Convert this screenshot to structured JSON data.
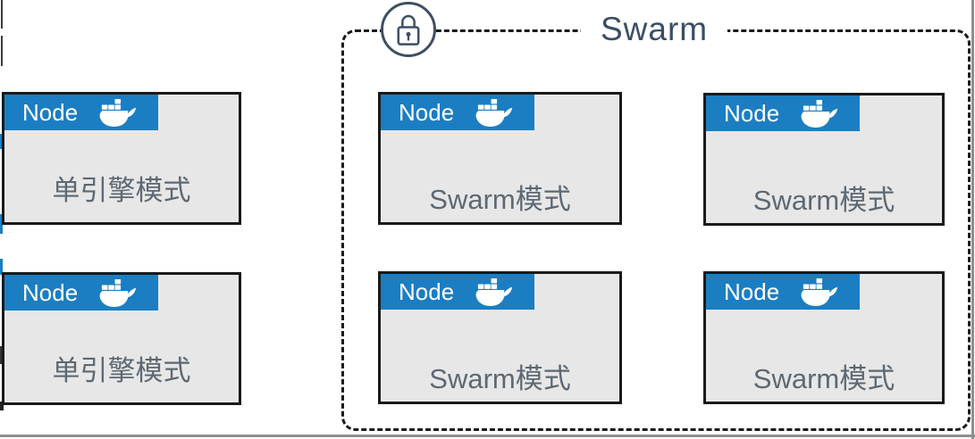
{
  "diagram": {
    "swarm_group": {
      "label": "Swarm",
      "icon": "lock-icon"
    },
    "nodes": [
      {
        "title": "Node",
        "icon": "docker-whale-icon",
        "label": "单引擎模式",
        "in_swarm": false
      },
      {
        "title": "Node",
        "icon": "docker-whale-icon",
        "label": "单引擎模式",
        "in_swarm": false
      },
      {
        "title": "Node",
        "icon": "docker-whale-icon",
        "label": "Swarm模式",
        "in_swarm": true
      },
      {
        "title": "Node",
        "icon": "docker-whale-icon",
        "label": "Swarm模式",
        "in_swarm": true
      },
      {
        "title": "Node",
        "icon": "docker-whale-icon",
        "label": "Swarm模式",
        "in_swarm": true
      },
      {
        "title": "Node",
        "icon": "docker-whale-icon",
        "label": "Swarm模式",
        "in_swarm": true
      }
    ],
    "colors": {
      "node_header_blue": "#1b7ec2",
      "node_body_gray": "#e7e7e7",
      "node_border": "#1a1a1a",
      "node_label_text": "#5d6872",
      "swarm_title_text": "#3a4e66",
      "lock_stroke": "#3e4f63",
      "dashed_border": "#1a1a1a",
      "frame_gray": "#8f8f8f"
    }
  }
}
